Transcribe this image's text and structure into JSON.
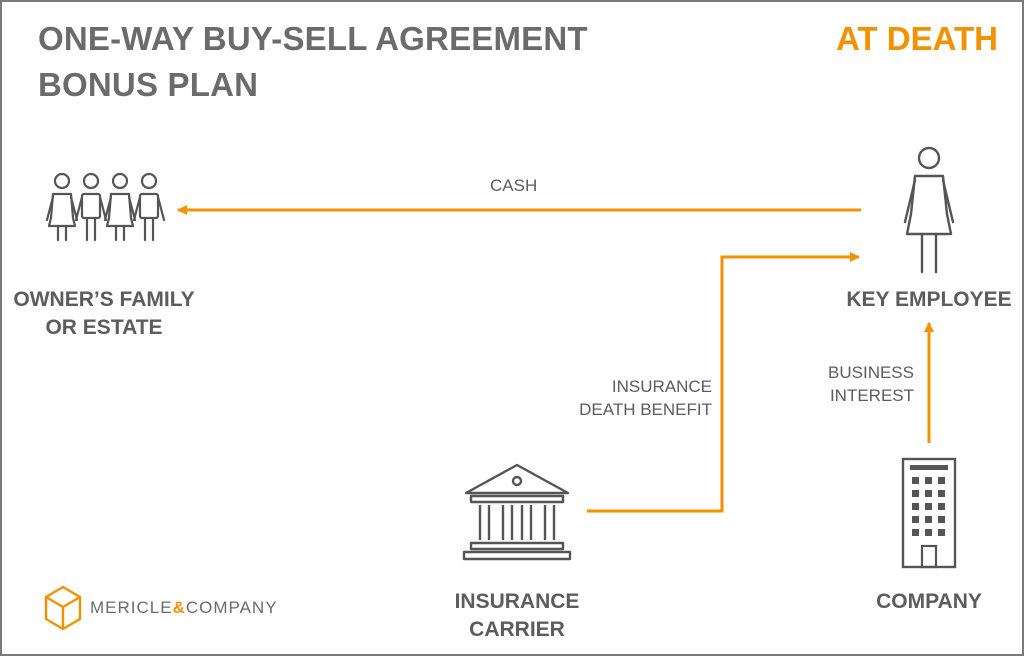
{
  "header": {
    "title_line1": "ONE-WAY BUY-SELL AGREEMENT",
    "title_line2": "BONUS PLAN",
    "phase": "AT DEATH"
  },
  "nodes": {
    "owners_family": {
      "line1": "OWNER’S FAMILY",
      "line2": "OR ESTATE"
    },
    "key_employee": {
      "line1": "KEY EMPLOYEE"
    },
    "insurance_carrier": {
      "line1": "INSURANCE",
      "line2": "CARRIER"
    },
    "company": {
      "line1": "COMPANY"
    }
  },
  "flows": {
    "cash": "CASH",
    "death_benefit": {
      "line1": "INSURANCE",
      "line2": "DEATH BENEFIT"
    },
    "business_interest": {
      "line1": "BUSINESS",
      "line2": "INTEREST"
    }
  },
  "logo": {
    "part1": "MERICLE",
    "amp": "&",
    "part2": "COMPANY"
  },
  "colors": {
    "accent": "#f39200",
    "text": "#6b6b6b",
    "icon": "#555555"
  }
}
